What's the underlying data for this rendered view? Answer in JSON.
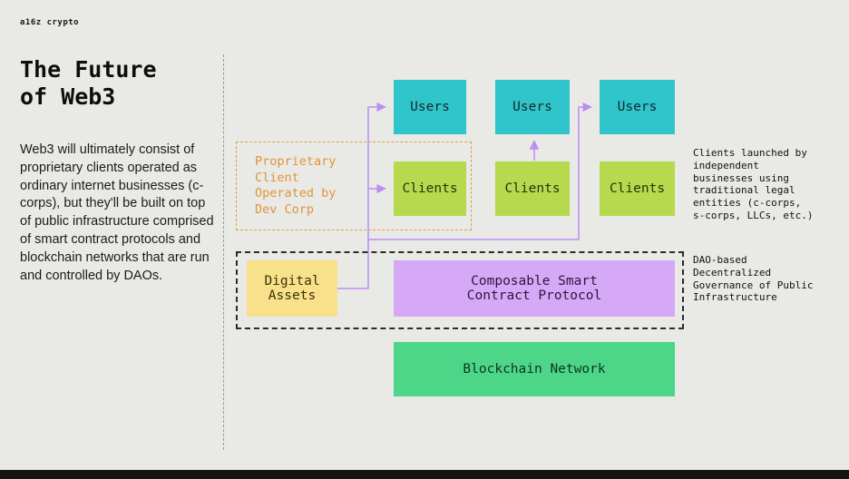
{
  "brand": "a16z crypto",
  "title": "The Future\nof Web3",
  "intro": "Web3 will ultimately consist of proprietary clients operated as ordinary internet businesses (c-corps), but they'll be built on top of public infrastructure comprised of smart contract protocols and blockchain networks that are run and controlled by DAOs.",
  "diagram": {
    "users": [
      "Users",
      "Users",
      "Users"
    ],
    "clients": [
      "Clients",
      "Clients",
      "Clients"
    ],
    "proprietary_label": "Proprietary\nClient\nOperated by\nDev Corp",
    "digital_assets_label": "Digital\nAssets",
    "protocol_label": "Composable Smart\nContract Protocol",
    "blockchain_label": "Blockchain Network",
    "annotation_clients": "Clients launched by\nindependent\nbusinesses using\ntraditional legal\nentities (c-corps,\ns-corps, LLCs, etc.)",
    "annotation_dao": "DAO-based\nDecentralized\nGovernance of Public\nInfrastructure"
  },
  "colors": {
    "background": "#e9e9e6",
    "users_box": "#2fc5cb",
    "clients_box": "#b7d94e",
    "digital_assets_box": "#f8e18a",
    "protocol_box": "#d6a9f6",
    "blockchain_box": "#4ed688",
    "proprietary_accent": "#e0953a",
    "dao_frame_border": "#2c2c2c",
    "connector": "#bb8df5"
  }
}
